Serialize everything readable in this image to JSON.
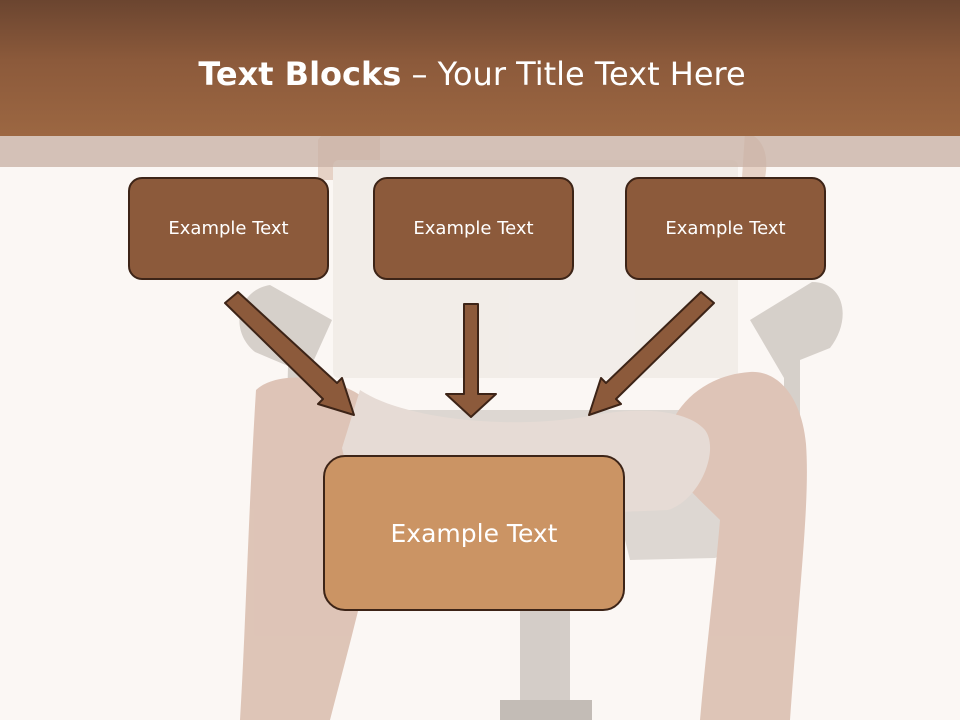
{
  "slide": {
    "title_bold": "Text Blocks",
    "title_dash": " – ",
    "title_rest": "Your Title Text Here"
  },
  "blocks": {
    "top_left": "Example Text",
    "top_center": "Example Text",
    "top_right": "Example Text",
    "bottom": "Example Text"
  },
  "colors": {
    "header_dark": "#6b4530",
    "header_light": "#9c6742",
    "block_fill": "#8c5a3b",
    "block_border": "#3d2417",
    "bottom_block_fill": "#cb9464",
    "arrow_fill": "#8c5a3b"
  }
}
